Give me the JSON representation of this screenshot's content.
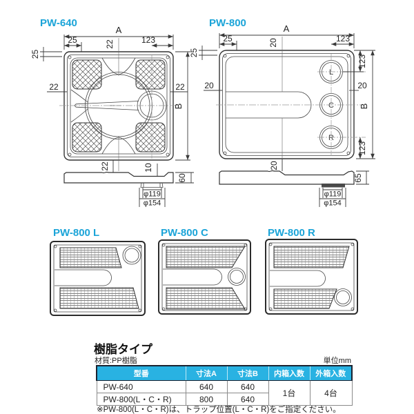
{
  "colors": {
    "accent": "#1ba4d8",
    "line": "#333333",
    "table_header_bg": "#29b2e2",
    "table_header_text": "#ffffff",
    "table_header_border": "#1b2230",
    "table_border": "#8a8a8a"
  },
  "pw640": {
    "title": "PW-640",
    "dims": {
      "a": "A",
      "top_left": "25",
      "top_center": "22",
      "top_right": "123",
      "left_top": "25",
      "left_mid": "22",
      "right_mid": "22",
      "b": "B",
      "bottom_center": "22",
      "recess": "10",
      "height": "60",
      "dia_inner": "φ119",
      "dia_outer": "φ154"
    }
  },
  "pw800": {
    "title": "PW-800",
    "dims": {
      "a": "A",
      "top_left": "25",
      "top_center": "20",
      "top_right": "123",
      "left_top": "25",
      "left_mid": "20",
      "right_top": "123",
      "right_mid": "20",
      "b": "B",
      "right_bottom": "123",
      "bottom_center": "20",
      "height": "65",
      "dia_inner": "φ119",
      "dia_outer": "φ154"
    },
    "traps": [
      "L",
      "C",
      "R"
    ]
  },
  "variants": [
    {
      "title": "PW-800 L"
    },
    {
      "title": "PW-800 C"
    },
    {
      "title": "PW-800 R"
    }
  ],
  "spec": {
    "section_title": "樹脂タイプ",
    "material": "材質:PP樹脂",
    "unit": "単位mm",
    "table": {
      "headers": [
        "型番",
        "寸法A",
        "寸法B",
        "内箱入数",
        "外箱入数"
      ],
      "rows": [
        {
          "model": "PW-640",
          "dim_a": "640",
          "dim_b": "640"
        },
        {
          "model": "PW-800(L・C・R)",
          "dim_a": "800",
          "dim_b": "640"
        }
      ],
      "inner_qty": "1台",
      "outer_qty": "4台"
    },
    "note": "※PW-800(L・C・R)は、トラップ位置(L・C・R)をご指定ください。"
  }
}
